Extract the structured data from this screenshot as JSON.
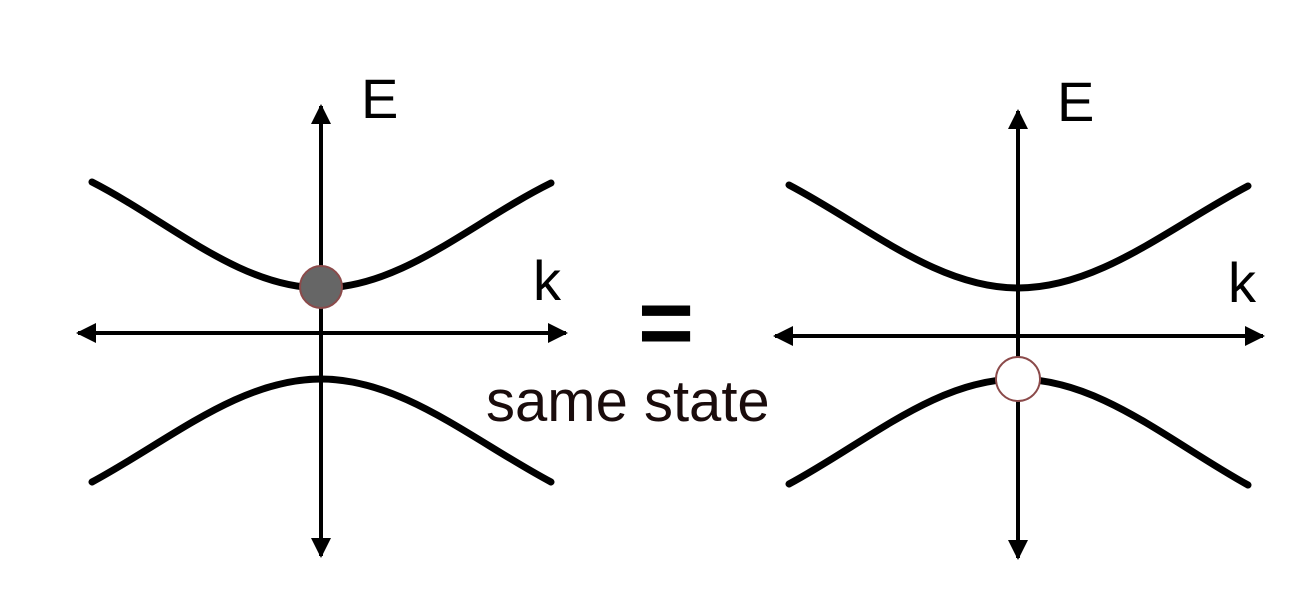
{
  "diagram": {
    "left_panel": {
      "energy_axis_label": "E",
      "momentum_axis_label": "k",
      "state_marker": "filled"
    },
    "right_panel": {
      "energy_axis_label": "E",
      "momentum_axis_label": "k",
      "state_marker": "empty"
    },
    "equals_symbol": "=",
    "caption": "same state",
    "colors": {
      "lines": "#000000",
      "filled_state": "#666666",
      "state_outline": "#8b4a4a",
      "empty_state": "#ffffff"
    }
  }
}
